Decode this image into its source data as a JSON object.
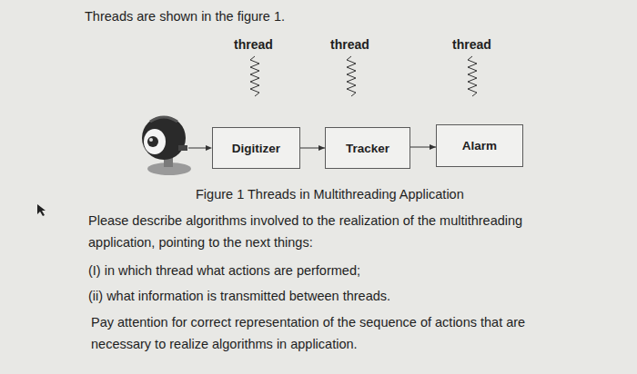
{
  "diagram": {
    "caption": "Figure 1 Threads in Multithreading Application",
    "nodes": [
      {
        "text": [
          "Digitizer"
        ]
      },
      {
        "text": [
          "Tracker"
        ]
      },
      {
        "text": [
          "Alarm"
        ]
      }
    ],
    "edges": [
      {
        "from": 0,
        "to": 1,
        "arrow": "to"
      },
      {
        "from": 1,
        "to": 2,
        "arrow": "to"
      }
    ],
    "labels": [
      "Threads are shown in the figure 1.",
      "thread",
      "thread",
      "thread",
      "Please describe algorithms involved to the realization of the multithreading application, pointing to the next things:",
      "(I) in which thread what actions are performed;",
      "(ii) what information is transmitted between threads.",
      "Pay attention for correct representation of the sequence of actions that are necessary to realize algorithms in application."
    ]
  }
}
